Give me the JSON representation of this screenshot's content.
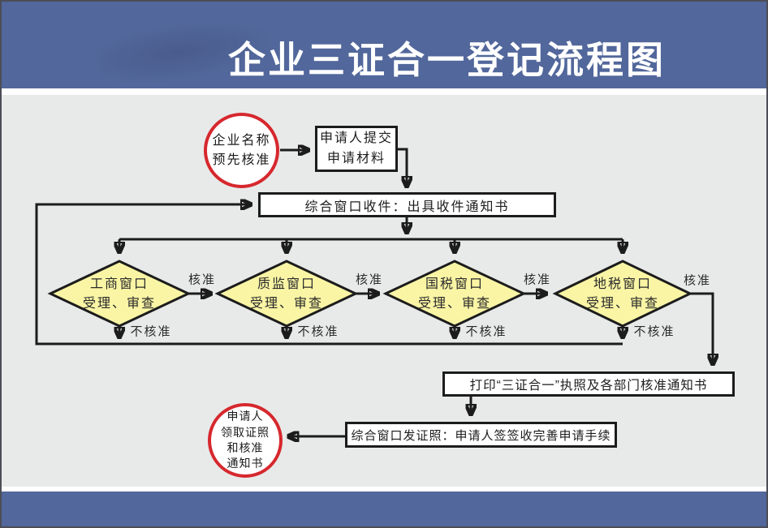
{
  "banner": {
    "title": "企业三证合一登记流程图"
  },
  "colors": {
    "banner_blue": "#52679b",
    "canvas_gray": "#e8eae9",
    "diamond_yellow": "#f9f5a5",
    "circle_red": "#d6282e",
    "line_black": "#1c1c1c"
  },
  "nodes": {
    "start_circle": {
      "line1": "企业名称",
      "line2": "预先核准"
    },
    "submit_rect": {
      "line1": "申请人提交",
      "line2": "申请材料"
    },
    "receive_rect": {
      "label": "综合窗口收件：出具收件通知书"
    },
    "diamonds": [
      {
        "line1": "工商窗口",
        "line2": "受理、审查"
      },
      {
        "line1": "质监窗口",
        "line2": "受理、审查"
      },
      {
        "line1": "国税窗口",
        "line2": "受理、审查"
      },
      {
        "line1": "地税窗口",
        "line2": "受理、审查"
      }
    ],
    "print_rect": {
      "label": "打印“三证合一”执照及各部门核准通知书"
    },
    "issue_rect": {
      "label": "综合窗口发证照：申请人签签收完善申请手续"
    },
    "end_circle": {
      "line1": "申请人",
      "line2": "领取证照",
      "line3": "和核准",
      "line4": "通知书"
    }
  },
  "edge_labels": {
    "approve": "核准",
    "reject": "不核准"
  }
}
